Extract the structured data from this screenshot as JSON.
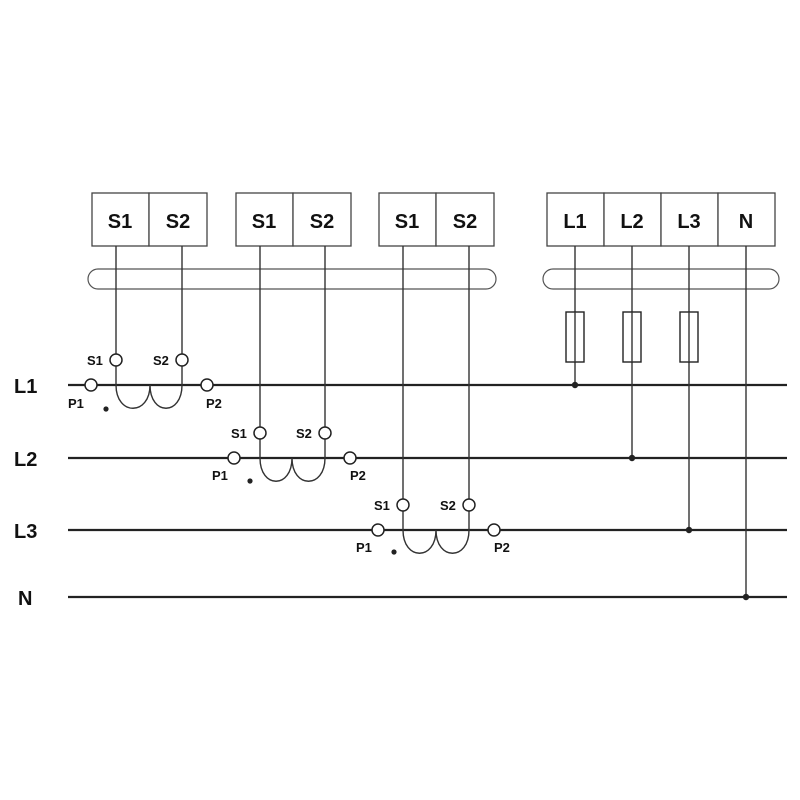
{
  "lines": [
    {
      "id": "l1",
      "label": "L1"
    },
    {
      "id": "l2",
      "label": "L2"
    },
    {
      "id": "l3",
      "label": "L3"
    },
    {
      "id": "n",
      "label": "N"
    }
  ],
  "current_terminal_groups": [
    {
      "id": "ct1",
      "terminals": [
        "S1",
        "S2"
      ]
    },
    {
      "id": "ct2",
      "terminals": [
        "S1",
        "S2"
      ]
    },
    {
      "id": "ct3",
      "terminals": [
        "S1",
        "S2"
      ]
    }
  ],
  "voltage_terminals": [
    "L1",
    "L2",
    "L3",
    "N"
  ],
  "transformers": [
    {
      "id": "ct1",
      "phase": "L1",
      "secondary": [
        "S1",
        "S2"
      ],
      "primary": [
        "P1",
        "P2"
      ]
    },
    {
      "id": "ct2",
      "phase": "L2",
      "secondary": [
        "S1",
        "S2"
      ],
      "primary": [
        "P1",
        "P2"
      ]
    },
    {
      "id": "ct3",
      "phase": "L3",
      "secondary": [
        "S1",
        "S2"
      ],
      "primary": [
        "P1",
        "P2"
      ]
    }
  ],
  "colors": {
    "line": "#222222",
    "box_border": "#444444",
    "background": "#ffffff"
  }
}
